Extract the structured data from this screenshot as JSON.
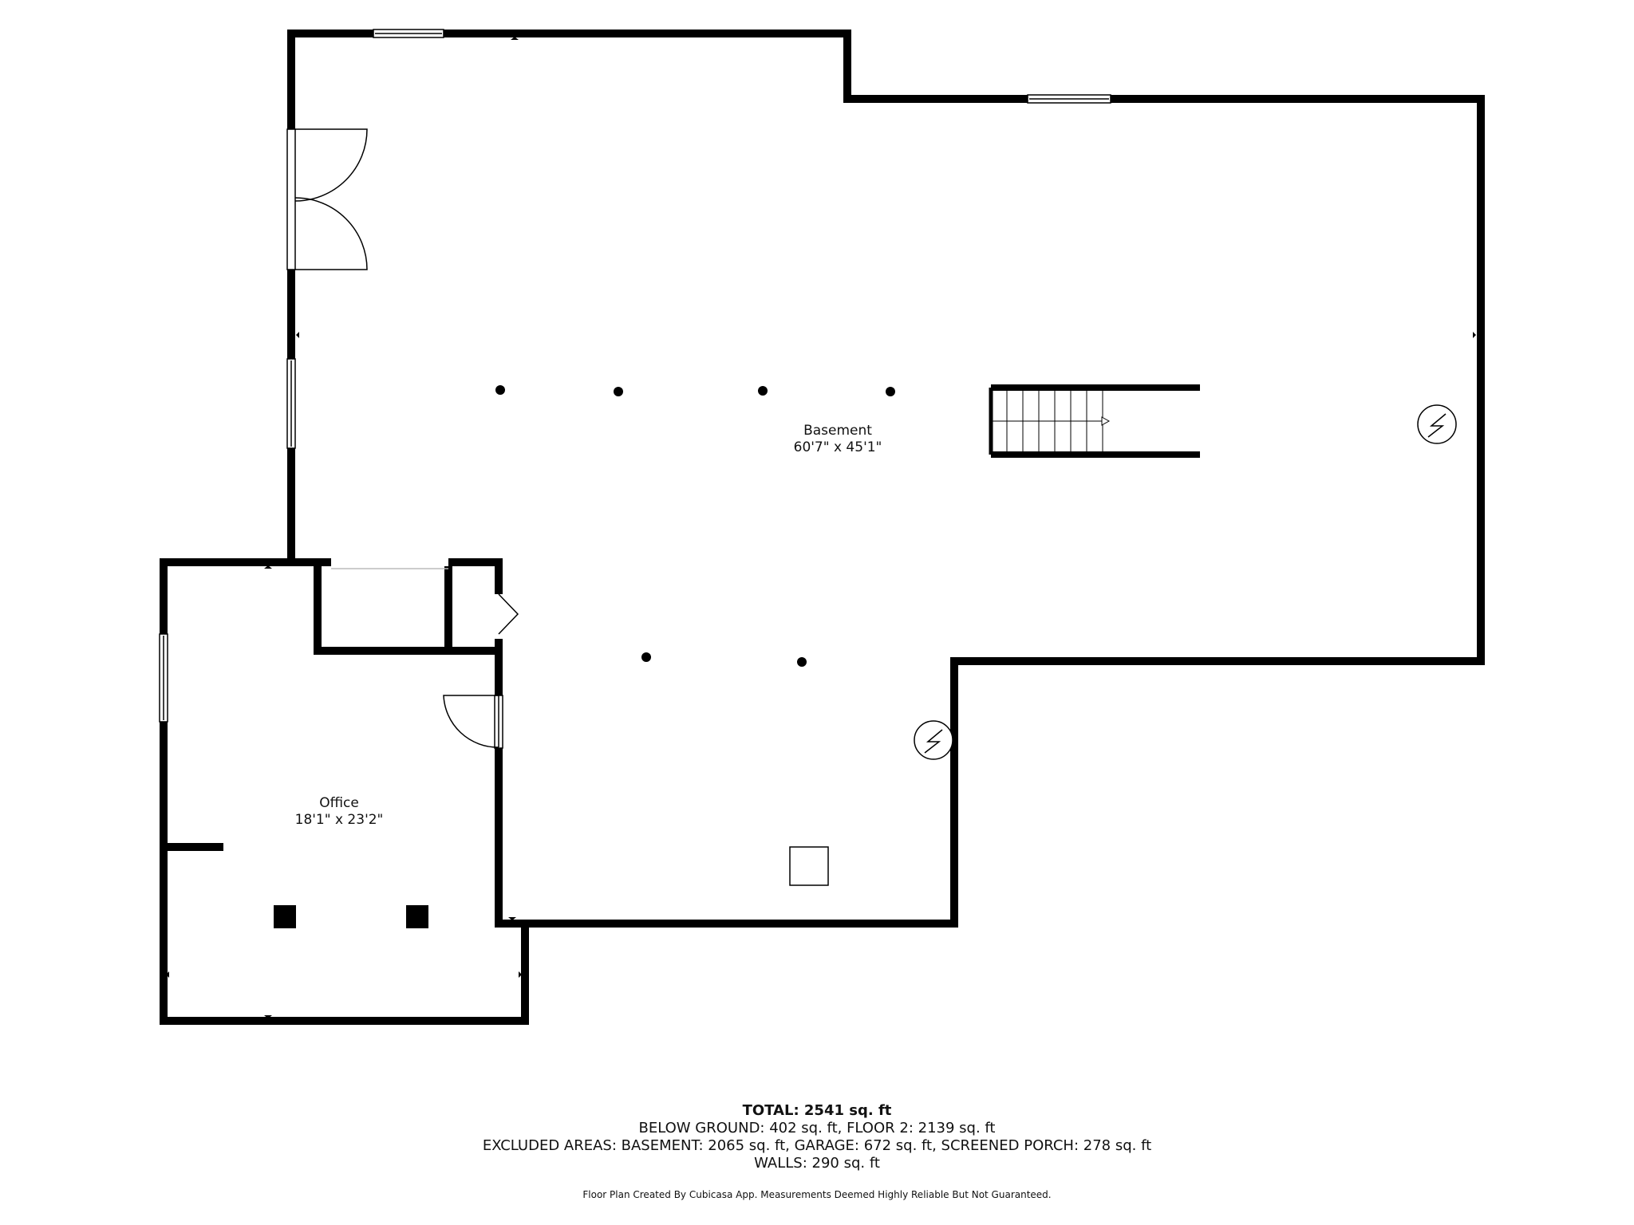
{
  "rooms": {
    "basement": {
      "name": "Basement",
      "dimensions": "60'7\" x 45'1\""
    },
    "office": {
      "name": "Office",
      "dimensions": "18'1\" x 23'2\""
    }
  },
  "summary": {
    "total": "TOTAL: 2541 sq. ft",
    "below_ground": "BELOW GROUND: 402 sq. ft, FLOOR 2: 2139 sq. ft",
    "excluded": "EXCLUDED AREAS: BASEMENT: 2065 sq. ft, GARAGE: 672 sq. ft, SCREENED PORCH: 278 sq. ft",
    "walls": "WALLS: 290 sq. ft"
  },
  "footer": "Floor Plan Created By Cubicasa App. Measurements Deemed Highly Reliable But Not Guaranteed.",
  "colors": {
    "wall": "#000000",
    "background": "#ffffff",
    "text": "#111111"
  },
  "icons": [
    "electrical-panel-icon",
    "stairs-arrow-icon",
    "column-post-icon"
  ]
}
